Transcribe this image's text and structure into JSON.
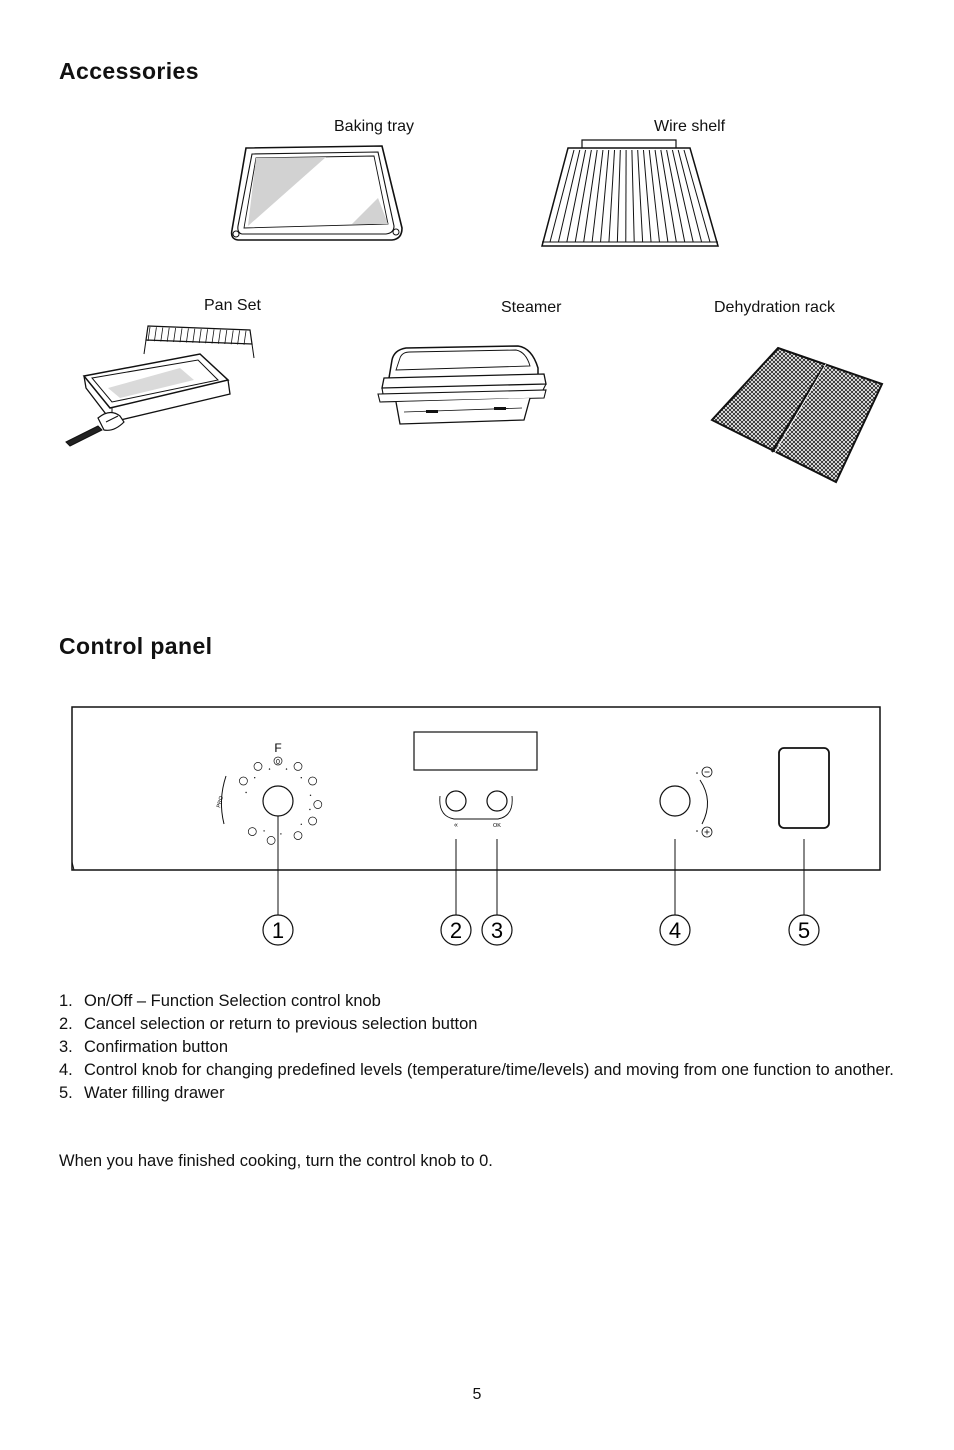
{
  "accessories": {
    "heading": "Accessories",
    "items": {
      "baking_tray": "Baking tray",
      "wire_shelf": "Wire shelf",
      "pan_set": "Pan Set",
      "steamer": "Steamer",
      "dehydration_rack": "Dehydration rack"
    }
  },
  "control_panel": {
    "heading": "Control panel",
    "dial": {
      "top_mark": "F",
      "zero_mark": "0",
      "side_text": "PRO"
    },
    "buttons": {
      "back_glyph": "«",
      "ok_glyph": "OK"
    },
    "callouts": [
      "1",
      "2",
      "3",
      "4",
      "5"
    ],
    "list": [
      {
        "num": "1.",
        "text": "On/Off – Function Selection control knob"
      },
      {
        "num": "2.",
        "text": "Cancel selection or return to previous selection button"
      },
      {
        "num": "3.",
        "text": "Confirmation button"
      },
      {
        "num": "4.",
        "text": "Control knob for changing predefined levels (temperature/time/levels) and moving from one function to another."
      },
      {
        "num": "5.",
        "text": "Water filling drawer"
      }
    ],
    "note": "When you have finished cooking, turn the control knob to 0."
  },
  "page_number": "5"
}
